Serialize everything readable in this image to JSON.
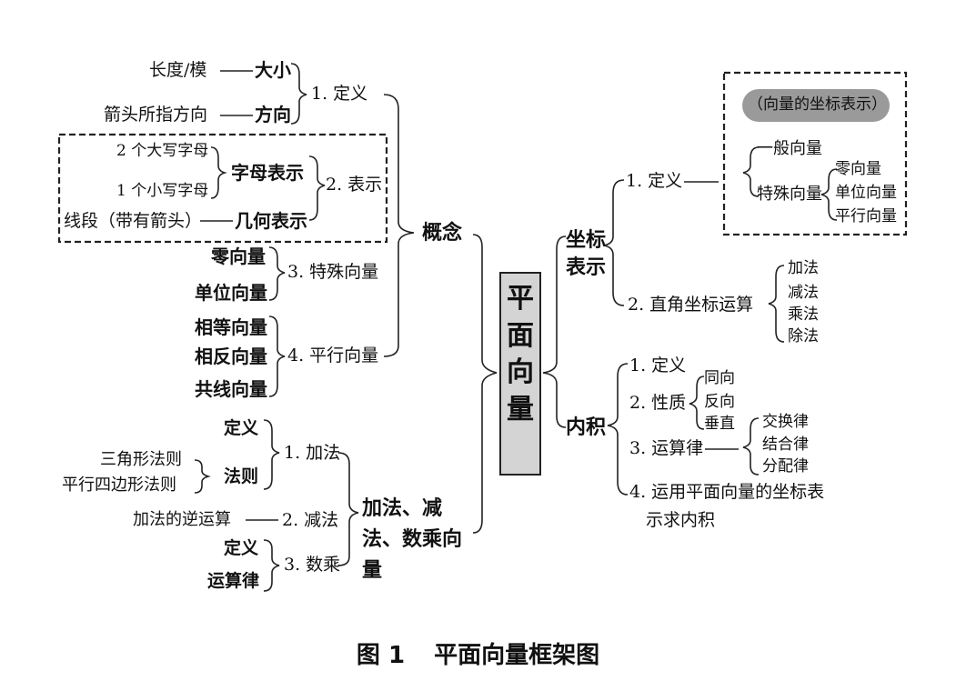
{
  "root": "平面向量",
  "caption": {
    "figure": "图 1",
    "title": "平面向量框架图"
  },
  "concept": {
    "label": "概念",
    "def": {
      "label": "1. 定义",
      "length": "长度/模",
      "size": "大小",
      "arrow": "箭头所指方向",
      "direction": "方向"
    },
    "rep": {
      "label": "2. 表示",
      "upper": "2 个大写字母",
      "lower": "1 个小写字母",
      "letter": "字母表示",
      "segment": "线段（带有箭头）",
      "geom": "几何表示"
    },
    "special": {
      "label": "3. 特殊向量",
      "zero": "零向量",
      "unit": "单位向量"
    },
    "parallel": {
      "label": "4. 平行向量",
      "equal": "相等向量",
      "opposite": "相反向量",
      "collinear": "共线向量"
    }
  },
  "ops": {
    "label": "加法、减法、数乘向量",
    "add": {
      "label": "1. 加法",
      "def": "定义",
      "rule": "法则",
      "triangle": "三角形法则",
      "parallelogram": "平行四边形法则"
    },
    "sub": {
      "label": "2. 减法",
      "inverse": "加法的逆运算"
    },
    "mul": {
      "label": "3. 数乘",
      "def": "定义",
      "law": "运算律"
    }
  },
  "coord": {
    "label": "坐标表示",
    "def": {
      "label": "1. 定义",
      "heading": "（向量的坐标表示）",
      "general": "一般向量",
      "special": "特殊向量",
      "zero": "零向量",
      "unit": "单位向量",
      "parallel": "平行向量"
    },
    "arith": {
      "label": "2. 直角坐标运算",
      "add": "加法",
      "sub": "减法",
      "mul": "乘法",
      "div": "除法"
    }
  },
  "inner": {
    "label": "内积",
    "def": "1. 定义",
    "prop": {
      "label": "2. 性质",
      "same": "同向",
      "reverse": "反向",
      "perp": "垂直"
    },
    "law": {
      "label": "3. 运算律",
      "comm": "交换律",
      "assoc": "结合律",
      "dist": "分配律"
    },
    "apply": {
      "line1": "4. 运用平面向量的坐标表",
      "line2": "示求内积"
    }
  }
}
